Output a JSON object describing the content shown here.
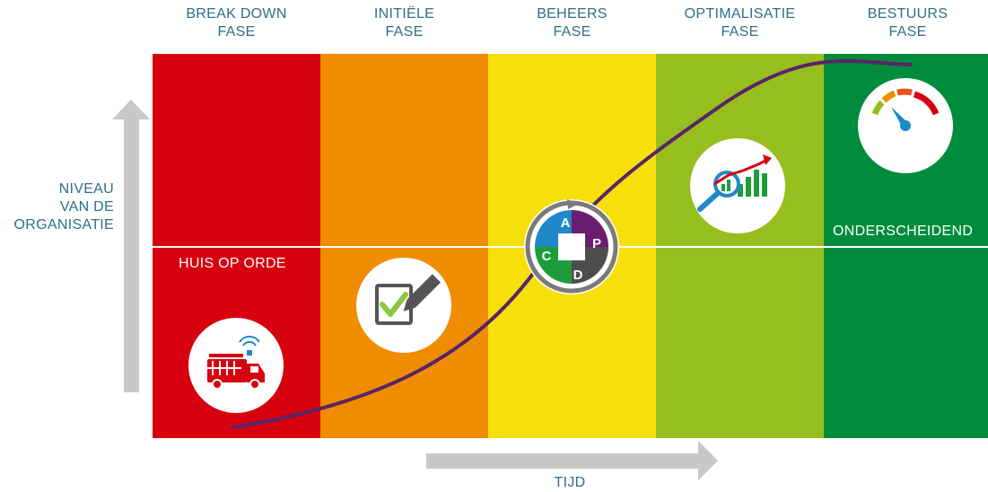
{
  "phases": [
    {
      "line1": "BREAK DOWN",
      "line2": "FASE",
      "color": "#d7000f"
    },
    {
      "line1": "INITIËLE",
      "line2": "FASE",
      "color": "#f08c00"
    },
    {
      "line1": "BEHEERS",
      "line2": "FASE",
      "color": "#f6df0b"
    },
    {
      "line1": "OPTIMALISATIE",
      "line2": "FASE",
      "color": "#96be1e"
    },
    {
      "line1": "BESTUURS",
      "line2": "FASE",
      "color": "#008c3c"
    }
  ],
  "y_axis": {
    "line1": "NIVEAU",
    "line2": "VAN DE",
    "line3": "ORGANISATIE"
  },
  "x_axis": {
    "label": "TIJD"
  },
  "bands": {
    "lower_left": "HUIS OP ORDE",
    "upper_right": "ONDERSCHEIDEND"
  },
  "pdca": {
    "p": "P",
    "d": "D",
    "c": "C",
    "a": "A"
  },
  "icons": [
    "fire-truck-icon",
    "checklist-pen-icon",
    "pdca-cycle-icon",
    "magnifier-growth-chart-icon",
    "speedometer-icon"
  ],
  "curve_color": "#5a2466",
  "arrow_color": "#c8c8c8"
}
